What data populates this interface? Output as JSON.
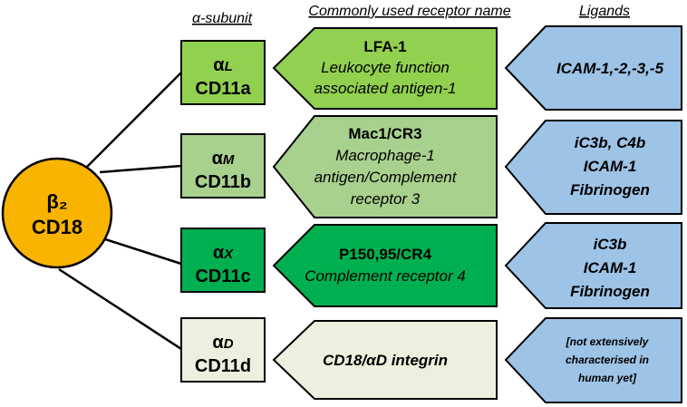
{
  "headers": {
    "alpha_subunit": "α-subunit",
    "receptor_name": "Commonly used receptor name",
    "ligands": "Ligands"
  },
  "beta": {
    "line1": "β₂",
    "line2": "CD18",
    "color": "#f8b400"
  },
  "rows": [
    {
      "alpha_symbol": "α",
      "alpha_letter": "L",
      "cd": "CD11a",
      "box_color": "#92d050",
      "receptor_name": "LFA-1",
      "receptor_desc": [
        "Leukocyte function",
        "associated antigen-1"
      ],
      "receptor_color": "#92d050",
      "ligands": [
        "ICAM-1,-2,-3,-5"
      ]
    },
    {
      "alpha_symbol": "α",
      "alpha_letter": "M",
      "cd": "CD11b",
      "box_color": "#a9d18e",
      "receptor_name": "Mac1/CR3",
      "receptor_desc": [
        "Macrophage-1",
        "antigen/Complement",
        "receptor 3"
      ],
      "receptor_color": "#a9d18e",
      "ligands": [
        "iC3b, C4b",
        "ICAM-1",
        "Fibrinogen"
      ]
    },
    {
      "alpha_symbol": "α",
      "alpha_letter": "X",
      "cd": "CD11c",
      "box_color": "#00b050",
      "receptor_name": "P150,95/CR4",
      "receptor_desc": [
        "Complement receptor 4"
      ],
      "receptor_color": "#00b050",
      "ligands": [
        "iC3b",
        "ICAM-1",
        "Fibrinogen"
      ]
    },
    {
      "alpha_symbol": "α",
      "alpha_letter": "D",
      "cd": "CD11d",
      "box_color": "#ebf1de",
      "receptor_name": "CD18/αD integrin",
      "receptor_desc": [],
      "receptor_color": "#ebf1de",
      "ligands": [
        "[not extensively",
        "characterised in",
        "human yet]"
      ]
    }
  ],
  "ligand_color": "#9dc3e6"
}
